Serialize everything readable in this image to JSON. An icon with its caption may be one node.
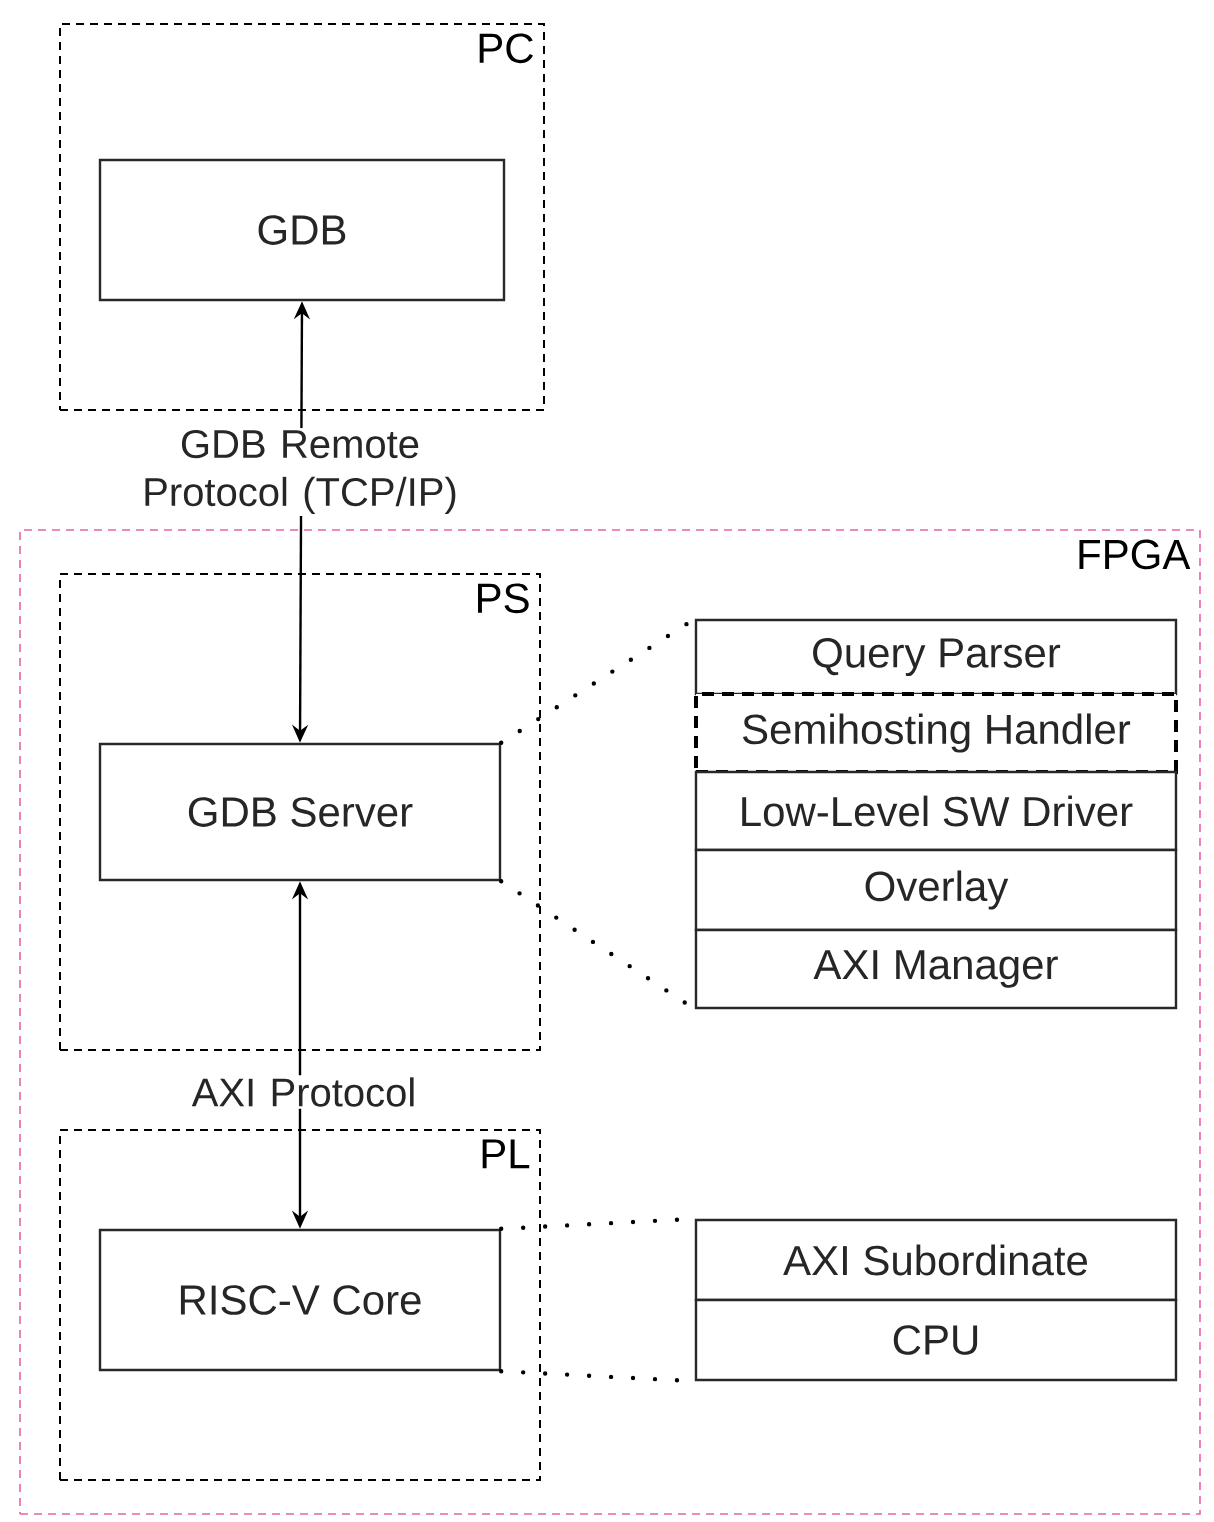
{
  "diagram": {
    "nodes": [
      {
        "text": [
          "PC"
        ]
      },
      {
        "text": [
          "GDB"
        ],
        "in": 0
      },
      {
        "text": [
          "FPGA"
        ]
      },
      {
        "text": [
          "PS"
        ],
        "in": 2
      },
      {
        "text": [
          "GDB Server"
        ],
        "in": 3
      },
      {
        "text": [
          "PL"
        ],
        "in": 2
      },
      {
        "text": [
          "RISC-V Core"
        ],
        "in": 5
      },
      {
        "text": [
          "Query Parser"
        ],
        "in": 2
      },
      {
        "text": [
          "Semihosting Handler"
        ],
        "in": 2
      },
      {
        "text": [
          "Low-Level SW Driver"
        ],
        "in": 2
      },
      {
        "text": [
          "Overlay"
        ],
        "in": 2
      },
      {
        "text": [
          "AXI Manager"
        ],
        "in": 2
      },
      {
        "text": [
          "AXI Subordinate"
        ],
        "in": 2
      },
      {
        "text": [
          "CPU"
        ],
        "in": 2
      }
    ],
    "edges": [
      {
        "from": 4,
        "to": 1,
        "arrow": "both",
        "label": "GDB Remote Protocol (TCP/IP)"
      },
      {
        "from": 4,
        "to": 6,
        "arrow": "both",
        "label": "AXI Protocol"
      },
      {
        "from": 4,
        "to": 7,
        "arrow": "none",
        "style": "dashed"
      },
      {
        "from": 4,
        "to": 11,
        "arrow": "none",
        "style": "dashed"
      },
      {
        "from": 6,
        "to": 12,
        "arrow": "none",
        "style": "dashed"
      },
      {
        "from": 6,
        "to": 13,
        "arrow": "none",
        "style": "dashed"
      }
    ]
  }
}
